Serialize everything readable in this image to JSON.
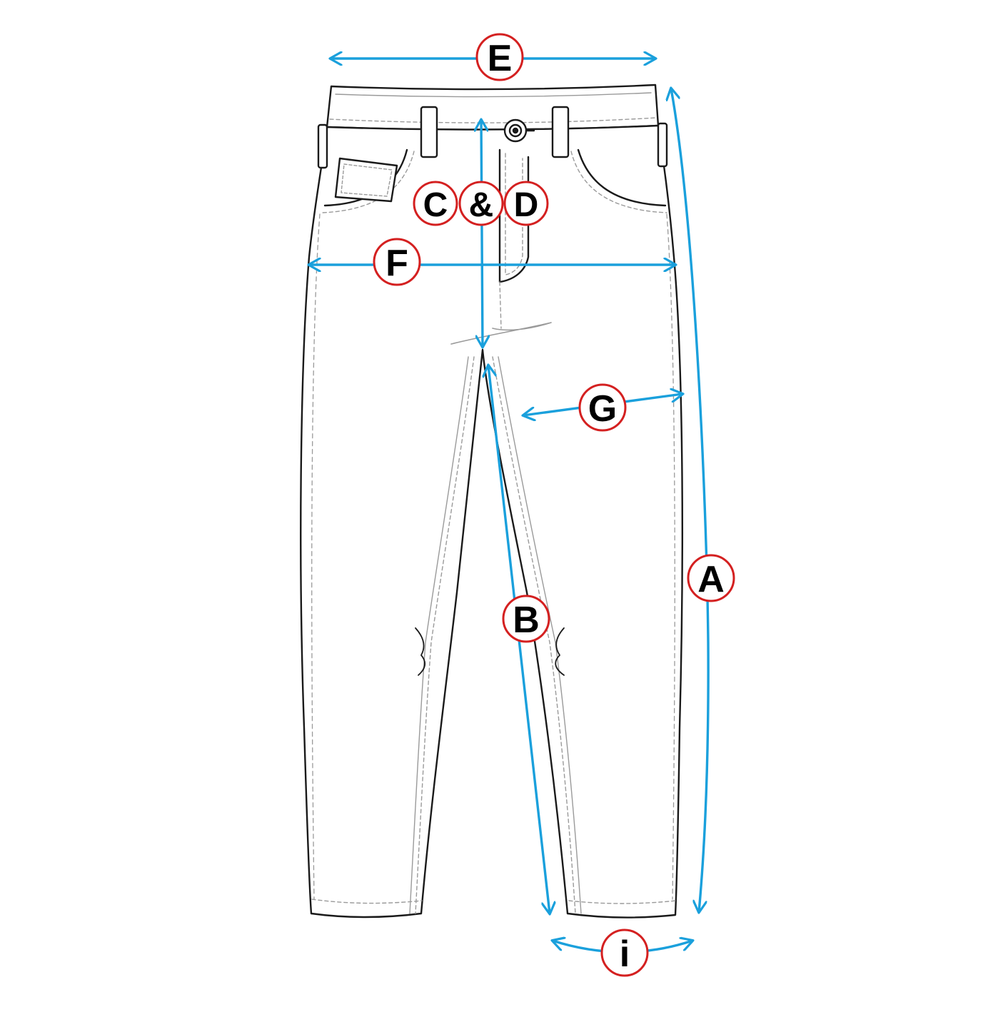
{
  "colors": {
    "background": "#ffffff",
    "garment_outline": "#1a1a1a",
    "stitch": "#9a9a9a",
    "arrow": "#1aa0dc",
    "badge_ring": "#d42020",
    "badge_fill": "#ffffff",
    "badge_text": "#000000"
  },
  "garment": {
    "type": "jeans",
    "view": "front"
  },
  "labels": {
    "A": "A",
    "B": "B",
    "C": "C",
    "amp": "&",
    "D": "D",
    "E": "E",
    "F": "F",
    "G": "G",
    "i": "i"
  },
  "icons": {
    "button": "jeans-button-icon"
  }
}
